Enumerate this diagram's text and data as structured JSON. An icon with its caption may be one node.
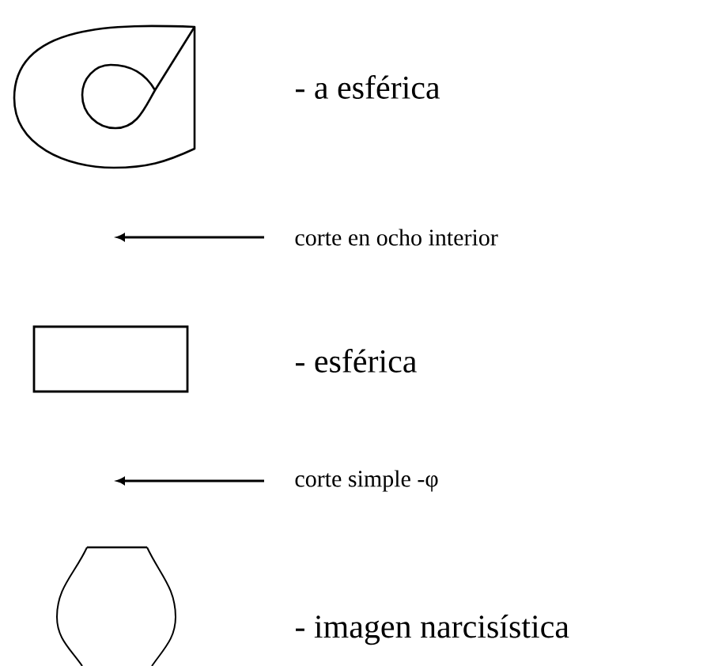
{
  "diagram": {
    "nodes": [
      {
        "text": [],
        "shape": "picture",
        "beside": [
          "- a esférica"
        ]
      },
      {
        "text": [],
        "shape": "box",
        "beside": [
          "- esférica"
        ]
      },
      {
        "text": [],
        "shape": "picture",
        "beside": [
          "- imagen narcisística"
        ]
      }
    ],
    "labels": [
      "corte en ocho interior",
      "corte simple -φ"
    ]
  }
}
